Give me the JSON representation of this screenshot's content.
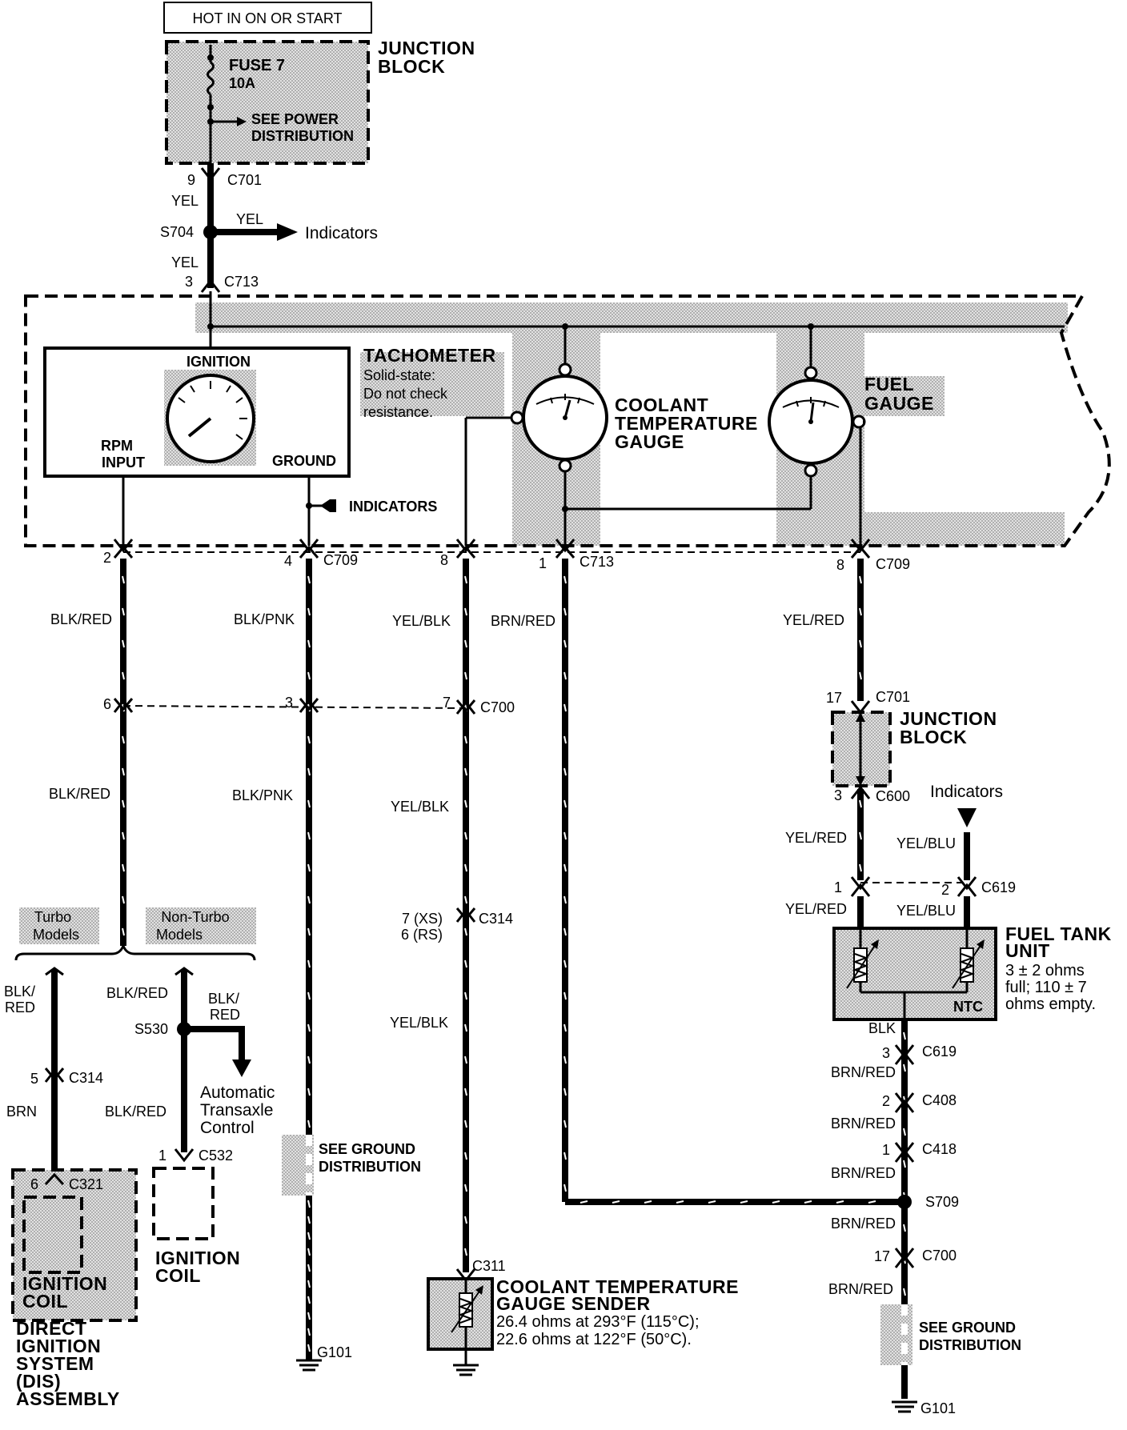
{
  "header": {
    "hot_label": "HOT IN ON OR START"
  },
  "junction_top": {
    "title_line1": "JUNCTION",
    "title_line2": "BLOCK",
    "fuse_name": "FUSE 7",
    "fuse_rating": "10A",
    "see1": "SEE POWER",
    "see2": "DISTRIBUTION"
  },
  "top_wiring": {
    "pin9": "9",
    "c701": "C701",
    "yel1": "YEL",
    "s704": "S704",
    "yel_arrow": "YEL",
    "indicators": "Indicators",
    "yel2": "YEL",
    "pin3": "3",
    "c713": "C713"
  },
  "cluster": {
    "ignition": "IGNITION",
    "rpm1": "RPM",
    "rpm2": "INPUT",
    "ground": "GROUND",
    "tach_title": "TACHOMETER",
    "tach_n1": "Solid-state:",
    "tach_n2": "Do not check",
    "tach_n3": "resistance.",
    "coolant1": "COOLANT",
    "coolant2": "TEMPERATURE",
    "coolant3": "GAUGE",
    "fuel1": "FUEL",
    "fuel2": "GAUGE",
    "indicators": "INDICATORS"
  },
  "connectors": {
    "p2": "2",
    "p4": "4",
    "c709a": "C709",
    "p8a": "8",
    "p1": "1",
    "c713b": "C713",
    "p8b": "8",
    "c709b": "C709",
    "p6": "6",
    "p3": "3",
    "p7": "7",
    "c700": "C700",
    "p17": "17",
    "c701b": "C701",
    "p3b": "3",
    "c600": "C600",
    "p1b": "1",
    "p2b": "2",
    "c619": "C619"
  },
  "wire_labels": {
    "blkred1": "BLK/RED",
    "blkpnk1": "BLK/PNK",
    "yelblk1": "YEL/BLK",
    "brnred1": "BRN/RED",
    "yelred1": "YEL/RED",
    "blkred2": "BLK/RED",
    "blkpnk2": "BLK/PNK",
    "yelblk2": "YEL/BLK",
    "yelred2": "YEL/RED",
    "yelblu1": "YEL/BLU",
    "yelred3": "YEL/RED",
    "yelblu2": "YEL/BLU",
    "yelblk3": "YEL/BLK"
  },
  "junction_mid": {
    "title1": "JUNCTION",
    "title2": "BLOCK",
    "indicators": "Indicators"
  },
  "models": {
    "turbo1": "Turbo",
    "turbo2": "Models",
    "nonturbo1": "Non-Turbo",
    "nonturbo2": "Models"
  },
  "left_branch": {
    "blk_l1": "BLK/",
    "red_l1": "RED",
    "blkred_nt": "BLK/RED",
    "s530": "S530",
    "blk_s1": "BLK/",
    "red_s1": "RED",
    "auto1": "Automatic",
    "auto2": "Transaxle",
    "auto3": "Control",
    "p5": "5",
    "c314a": "C314",
    "brn": "BRN",
    "blkred_low": "BLK/RED",
    "p1c": "1",
    "c532": "C532",
    "p6b": "6",
    "c321": "C321",
    "ign_coil_in1": "IGNITION",
    "ign_coil_in2": "COIL",
    "dis1": "DIRECT",
    "dis2": "IGNITION",
    "dis3": "SYSTEM",
    "dis4": "(DIS)",
    "dis5": "ASSEMBLY",
    "ign_coil_nt1": "IGNITION",
    "ign_coil_nt2": "COIL"
  },
  "ground_mid": {
    "see1": "SEE GROUND",
    "see2": "DISTRIBUTION",
    "g101": "G101"
  },
  "coolant_sender": {
    "p7xs": "7 (XS)",
    "p6rs": "6 (RS)",
    "c314": "C314",
    "c311": "C311",
    "t1": "COOLANT TEMPERATURE",
    "t2": "GAUGE SENDER",
    "n1": "26.4 ohms at 293°F (115°C);",
    "n2": "22.6 ohms at 122°F (50°C)."
  },
  "fuel_tank": {
    "t1": "FUEL TANK",
    "t2": "UNIT",
    "n1": "3 ± 2 ohms",
    "n2": "full; 110 ± 7",
    "n3": "ohms empty.",
    "ntc": "NTC",
    "blk": "BLK",
    "p3": "3",
    "c619": "C619",
    "brnred1": "BRN/RED",
    "p2": "2",
    "c408": "C408",
    "brnred2": "BRN/RED",
    "p1": "1",
    "c418": "C418",
    "brnred3": "BRN/RED",
    "s709": "S709",
    "brnred4": "BRN/RED",
    "p17": "17",
    "c700": "C700",
    "brnred5": "BRN/RED",
    "see1": "SEE GROUND",
    "see2": "DISTRIBUTION",
    "g101": "G101"
  }
}
